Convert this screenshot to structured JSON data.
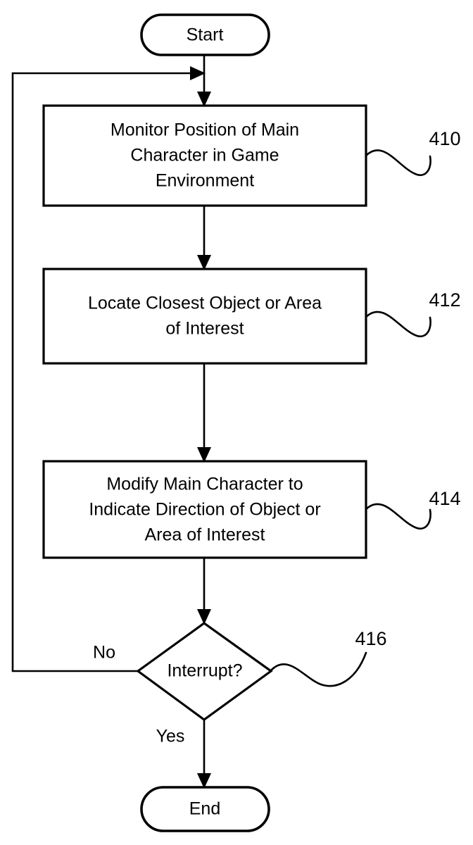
{
  "figure": {
    "type": "flowchart",
    "orientation": "vertical",
    "background_color": "#ffffff",
    "line_color": "#000000"
  },
  "nodes": {
    "start": {
      "label": "Start",
      "shape": "terminator"
    },
    "step_410": {
      "label_lines": [
        "Monitor Position of Main",
        "Character in Game",
        "Environment"
      ],
      "shape": "process",
      "ref": "410"
    },
    "step_412": {
      "label_lines": [
        "Locate Closest Object or Area",
        "of Interest"
      ],
      "shape": "process",
      "ref": "412"
    },
    "step_414": {
      "label_lines": [
        "Modify Main Character to",
        "Indicate Direction of Object or",
        "Area of Interest"
      ],
      "shape": "process",
      "ref": "414"
    },
    "decision_416": {
      "label": "Interrupt?",
      "shape": "diamond",
      "ref": "416"
    },
    "end": {
      "label": "End",
      "shape": "terminator"
    }
  },
  "edges": {
    "no_label": "No",
    "yes_label": "Yes"
  }
}
